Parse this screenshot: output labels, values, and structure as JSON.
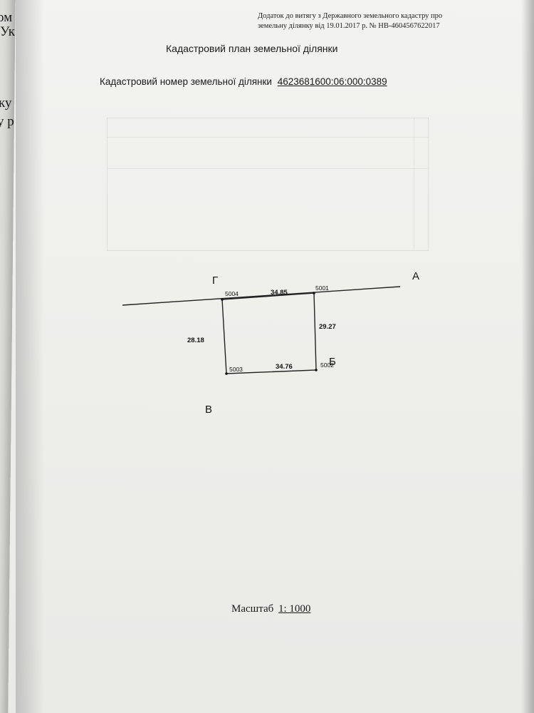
{
  "under_page": {
    "lines": [
      "ом веден",
      "України",
      "ку",
      "у район"
    ]
  },
  "header": {
    "note_line1": "Додаток до витягу з Державного земельного кадастру про",
    "note_line2": "земельну ділянку від 19.01.2017 р. № НВ-4604567622017"
  },
  "title": "Кадастровий план земельної ділянки",
  "cadastral": {
    "label": "Кадастровий номер земельної ділянки",
    "number": "4623681600:06:000:0389"
  },
  "plan": {
    "neighbors": {
      "A": "А",
      "B": "Б",
      "V": "В",
      "G": "Г"
    },
    "points": {
      "p5001": "5001",
      "p5002": "5002",
      "p5003": "5003",
      "p5004": "5004"
    },
    "lengths": {
      "top": "34.85",
      "right": "29.27",
      "bottom": "34.76",
      "left": "28.18"
    }
  },
  "scale": {
    "label": "Масштаб",
    "value": "1: 1000"
  }
}
